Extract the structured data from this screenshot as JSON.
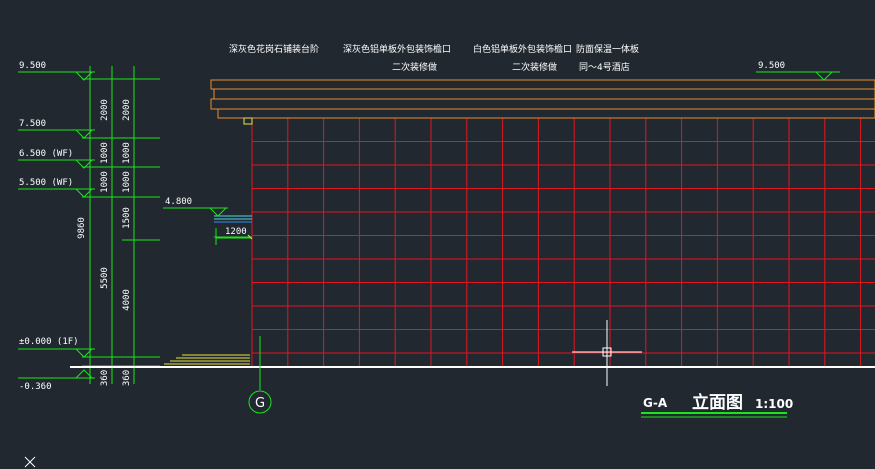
{
  "colors": {
    "background": "#212830",
    "dimension": "#19e619",
    "grid": "#e4141e",
    "text": "#ffffff",
    "cornice": "#e88d2e",
    "canopy": "#4fd6e8",
    "steps": "#e8e23a",
    "ground": "#ffffff"
  },
  "annotations": {
    "note_1": "深灰色花岗石铺装台阶",
    "note_2": "深灰色铝单板外包装饰檐口",
    "note_3": "白色铝单板外包装饰檐口",
    "note_3b": "防面保温一体板",
    "note_sub_1": "二次装修做",
    "note_sub_2": "二次装修做",
    "note_sub_3": "同～4号酒店"
  },
  "levels": {
    "top": "9.500",
    "l75": "7.500",
    "l65": "6.500 (WF)",
    "l55": "5.500 (WF)",
    "canopy": "4.800",
    "zero": "±0.000 (1F)",
    "ground": "-0.360",
    "top_right": "9.500"
  },
  "dims": {
    "d2000a": "2000",
    "d2000b": "2000",
    "d1000a": "1000",
    "d1000b": "1000",
    "d1000c": "1000",
    "d1000d": "1000",
    "d9860": "9860",
    "d5500": "5500",
    "d1500": "1500",
    "d4000": "4000",
    "d360a": "360",
    "d360b": "360",
    "d1200": "1200"
  },
  "axis_bubble": "G",
  "title": {
    "axes": "G-A",
    "name": "立面图",
    "scale": "1:100"
  }
}
